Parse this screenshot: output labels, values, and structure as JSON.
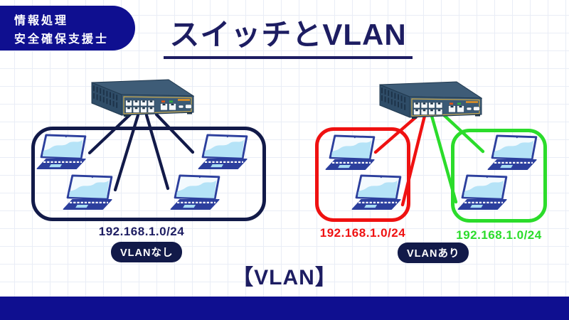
{
  "header": {
    "badge_line1": "情報処理",
    "badge_line2": "安全確保支援士",
    "title": "スイッチとVLAN"
  },
  "left_section": {
    "subnet": "192.168.1.0/24",
    "label": "VLANなし"
  },
  "right_section": {
    "red_subnet": "192.168.1.0/24",
    "green_subnet": "192.168.1.0/24",
    "label": "VLANあり"
  },
  "caption": "【VLAN】",
  "colors": {
    "navy_accent": "#0f0f90",
    "dark_navy": "#121a49",
    "title_navy": "#1d1d62",
    "vlan_red": "#ef1111",
    "vlan_green": "#2bdc2b",
    "laptop_navy": "#2c3f9d",
    "screen_blue": "#b5e3f7",
    "switch_body": "#3b5a76"
  }
}
